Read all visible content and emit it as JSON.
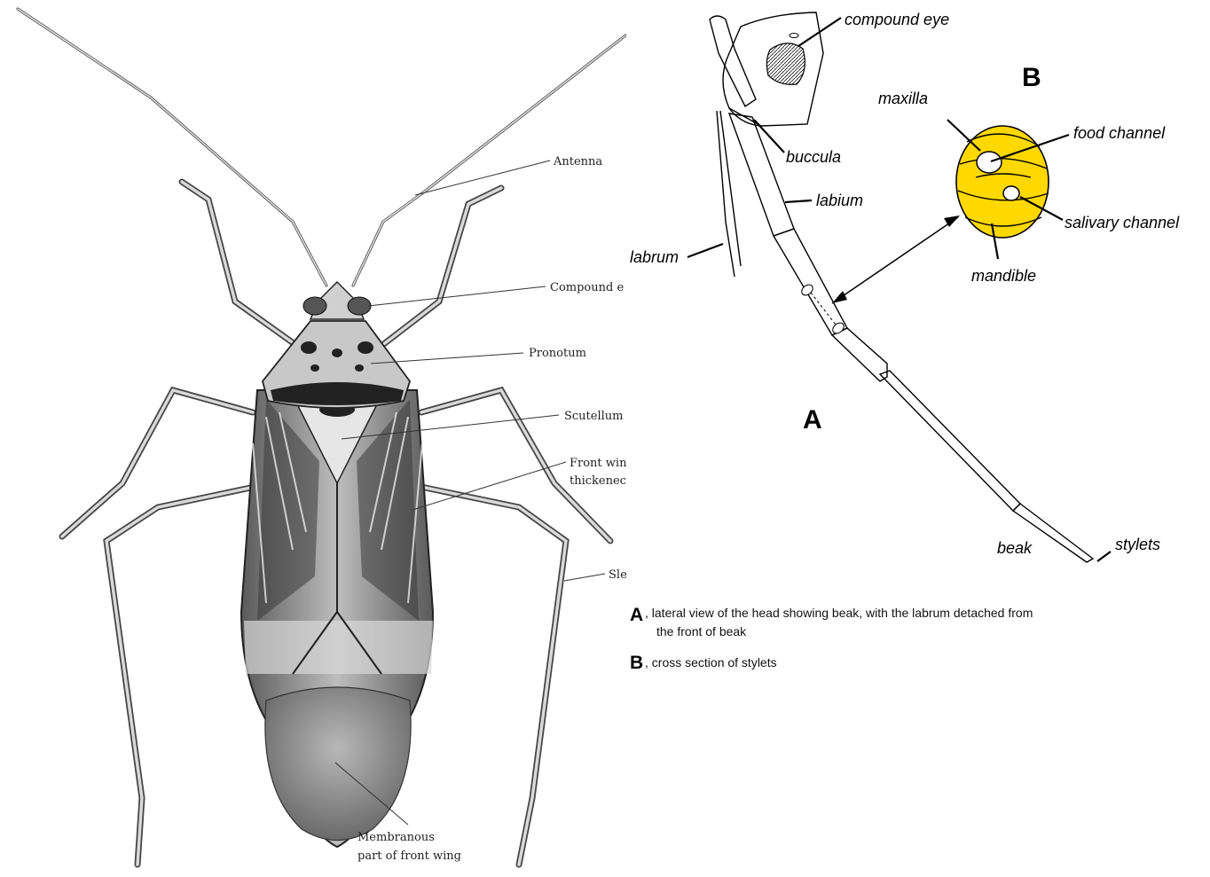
{
  "bug_labels": {
    "antenna": "Antenna",
    "compound_eye": "Compound e",
    "pronotum": "Pronotum",
    "scutellum": "Scutellum",
    "front_wing_line1": "Front win",
    "front_wing_line2": "thickenec",
    "leg": "Sle",
    "membranous_line1": "Membranous",
    "membranous_line2": "part of front wing"
  },
  "head_labels": {
    "compound_eye": "compound eye",
    "buccula": "buccula",
    "labium": "labium",
    "labrum": "labrum",
    "beak": "beak",
    "stylets": "stylets",
    "maxilla": "maxilla",
    "food_channel": "food channel",
    "salivary_channel": "salivary channel",
    "mandible": "mandible"
  },
  "panel_letters": {
    "a": "A",
    "b": "B"
  },
  "caption": {
    "a_letter": "A",
    "a_text_line1": ", lateral view of the head showing beak, with the labrum detached from",
    "a_text_line2": "the front of beak",
    "b_letter": "B",
    "b_text": ", cross section of stylets"
  },
  "colors": {
    "stylet_fill": "#ffd800",
    "ink": "#000000"
  }
}
